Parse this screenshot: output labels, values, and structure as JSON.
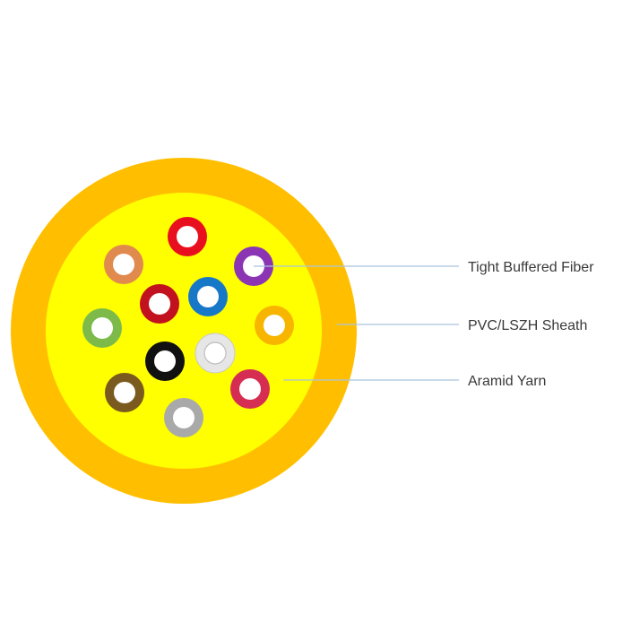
{
  "labels": {
    "tight_buffered_fiber": "Tight Buffered Fiber",
    "sheath": "PVC/LSZH Sheath",
    "aramid_yarn": "Aramid Yarn"
  },
  "colors": {
    "sheath": "#FFBF00",
    "aramid_yarn": "#FFFF00",
    "leader_line": "#A9C4DD"
  },
  "fibers": [
    {
      "name": "red",
      "color": "#E8101E"
    },
    {
      "name": "orange",
      "color": "#E08A4E"
    },
    {
      "name": "violet",
      "color": "#8B35B5"
    },
    {
      "name": "dark-red",
      "color": "#C3121F"
    },
    {
      "name": "blue",
      "color": "#1778C8"
    },
    {
      "name": "green",
      "color": "#7DBA4A"
    },
    {
      "name": "yellow",
      "color": "#F7B500"
    },
    {
      "name": "black",
      "color": "#111111"
    },
    {
      "name": "white",
      "color": "#E6E6E6"
    },
    {
      "name": "brown",
      "color": "#7A5A1E"
    },
    {
      "name": "rose",
      "color": "#D62E52"
    },
    {
      "name": "slate",
      "color": "#A9A9A9"
    }
  ]
}
